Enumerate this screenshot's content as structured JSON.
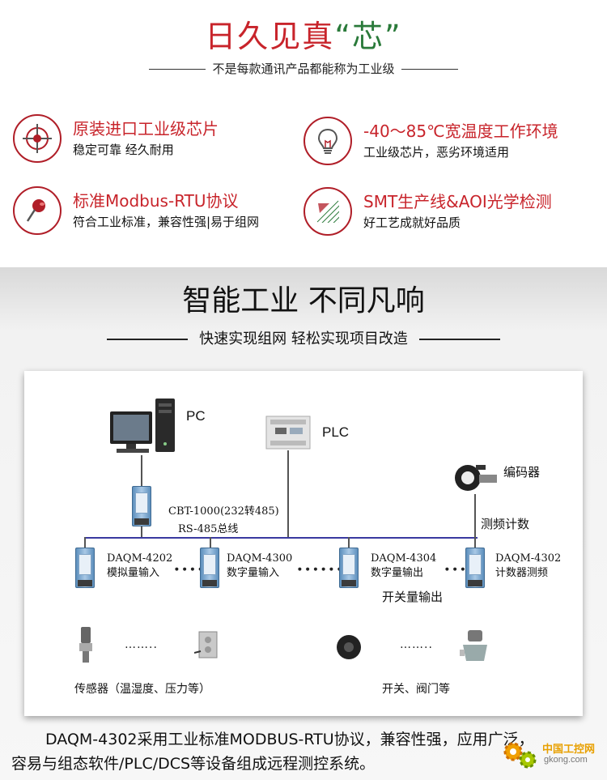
{
  "top": {
    "title_red": "日久见真",
    "title_green": "“芯”",
    "subtitle": "不是每款通讯产品都能称为工业级",
    "features": [
      {
        "icon": "crosshair-chip-icon",
        "title": "原装进口工业级芯片",
        "desc": "稳定可靠 经久耐用"
      },
      {
        "icon": "lightbulb-icon",
        "title": "-40～85℃宽温度工作环境",
        "desc": "工业级芯片，恶劣环境适用"
      },
      {
        "icon": "pushpin-icon",
        "title": "标准Modbus-RTU协议",
        "desc": "符合工业标准，兼容性强|易于组网"
      },
      {
        "icon": "hatched-board-icon",
        "title": "SMT生产线&AOI光学检测",
        "desc": "好工艺成就好品质"
      }
    ]
  },
  "bottom": {
    "title": "智能工业 不同凡响",
    "subtitle": "快速实现组网 轻松实现项目改造",
    "diagram": {
      "pc_label": "PC",
      "plc_label": "PLC",
      "converter_label": "CBT-1000(232转485)",
      "bus_label": "RS-485总线",
      "encoder_label": "编码器",
      "freq_count_label": "测频计数",
      "modules": [
        {
          "model": "DAQM-4202",
          "function": "模拟量输入"
        },
        {
          "model": "DAQM-4300",
          "function": "数字量输入"
        },
        {
          "model": "DAQM-4304",
          "function": "数字量输出"
        },
        {
          "model": "DAQM-4302",
          "function": "计数器测频"
        }
      ],
      "switch_output_label": "开关量输出",
      "dots": "……..",
      "sensor_caption": "传感器（温湿度、压力等）",
      "valve_caption": "开关、阀门等"
    },
    "text_line1": "DAQM-4302采用工业标准MODBUS-RTU协议，兼容性强，应用广泛，",
    "text_line2": "容易与组态软件/PLC/DCS等设备组成远程测控系统。"
  },
  "watermark": {
    "name": "中国工控网",
    "url": "gkong.com"
  },
  "colors": {
    "accent_red": "#c8242b",
    "accent_green": "#2a7a3a",
    "module_blue": "#5d8fbd",
    "bus_blue": "#3a3aa0"
  }
}
